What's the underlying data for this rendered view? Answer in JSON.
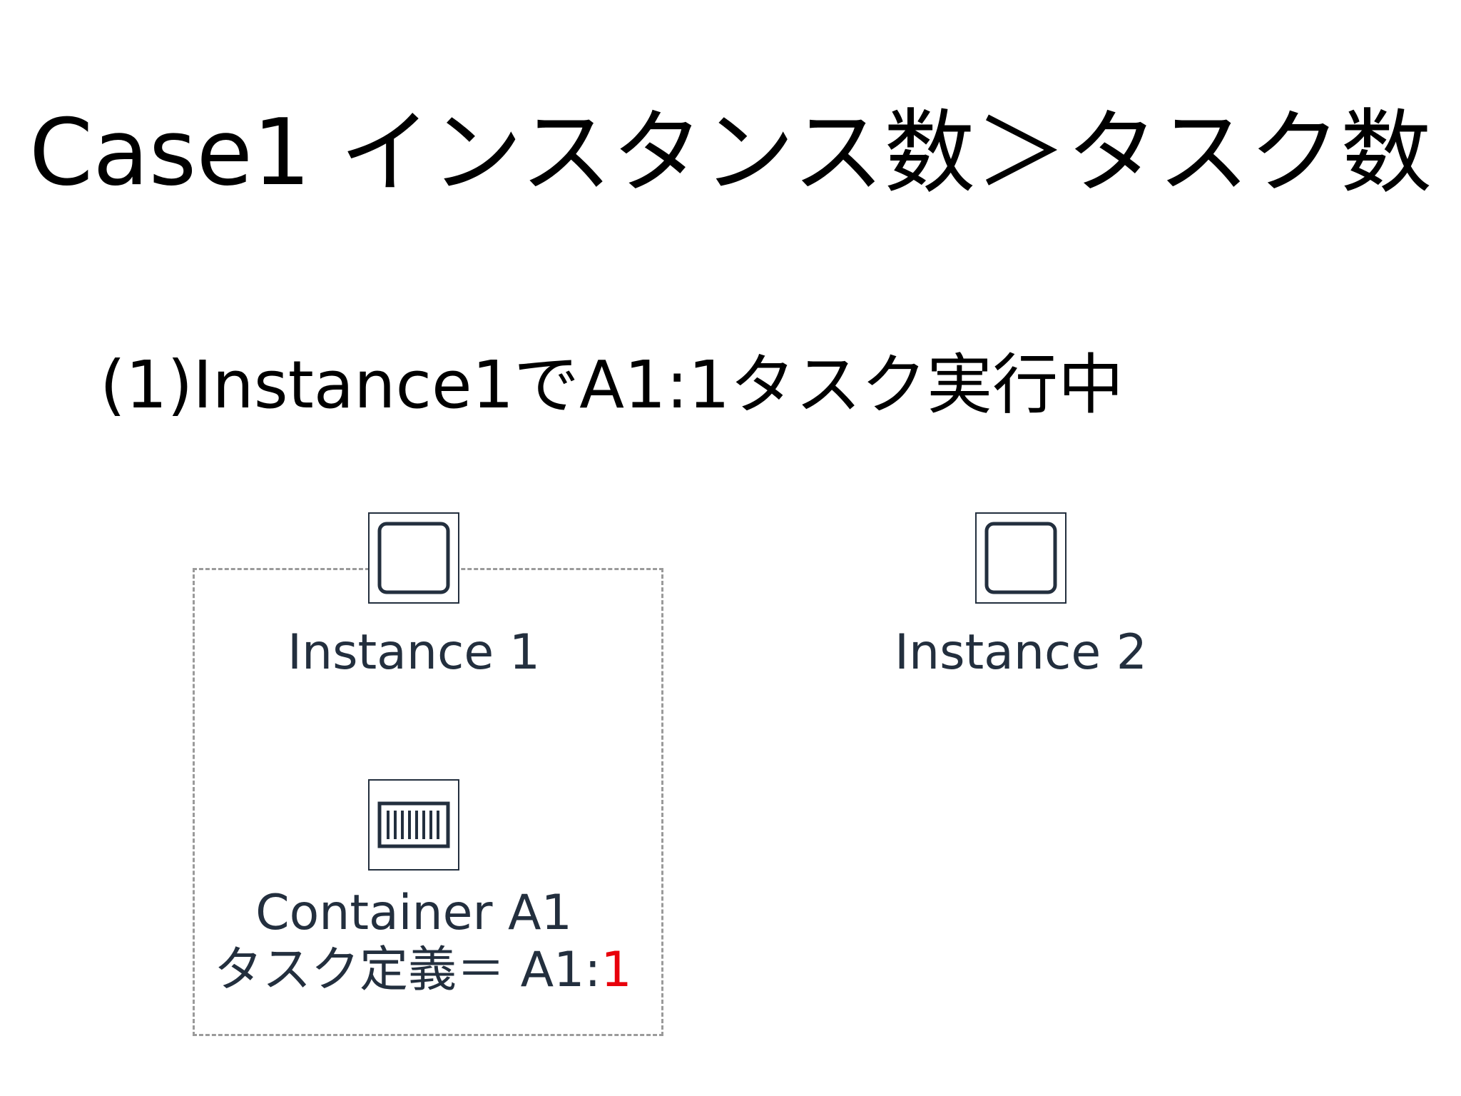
{
  "title": "Case1 インスタンス数＞タスク数",
  "subtitle": "(1)Instance1でA1:1タスク実行中",
  "nodes": [
    {
      "label": "Instance 1",
      "icon": "ec2-instance-icon"
    },
    {
      "label": "Instance 2",
      "icon": "ec2-instance-icon"
    }
  ],
  "container": {
    "label": "Container A1",
    "icon": "container-icon",
    "task_def_prefix": "タスク定義＝ A1:",
    "task_def_revision": "1"
  },
  "colors": {
    "text": "#232f3e",
    "highlight": "#e8000b",
    "dashed_border": "#9a9a9a"
  }
}
